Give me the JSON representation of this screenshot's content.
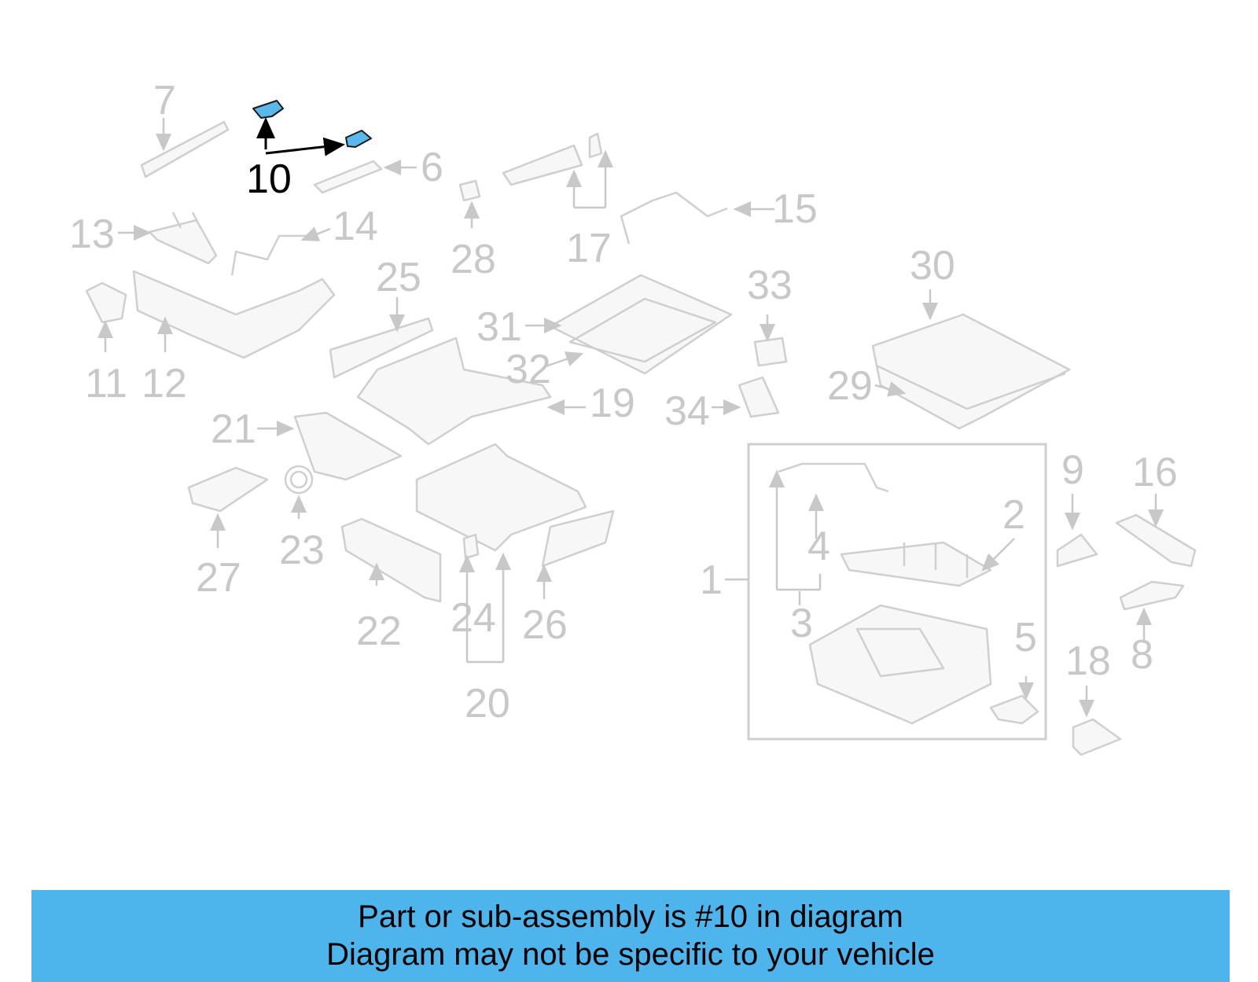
{
  "diagram": {
    "highlighted_part": "10",
    "accent_color": "#4db5ec",
    "highlight_part_color": "#5bb8ea",
    "labels": [
      "1",
      "2",
      "3",
      "4",
      "5",
      "6",
      "7",
      "8",
      "9",
      "10",
      "11",
      "12",
      "13",
      "14",
      "15",
      "16",
      "17",
      "18",
      "19",
      "20",
      "21",
      "22",
      "23",
      "24",
      "25",
      "26",
      "27",
      "28",
      "29",
      "30",
      "31",
      "32",
      "33",
      "34"
    ]
  },
  "banner": {
    "line1": "Part or sub-assembly is #10 in diagram",
    "line2": "Diagram may not be specific to your vehicle"
  }
}
